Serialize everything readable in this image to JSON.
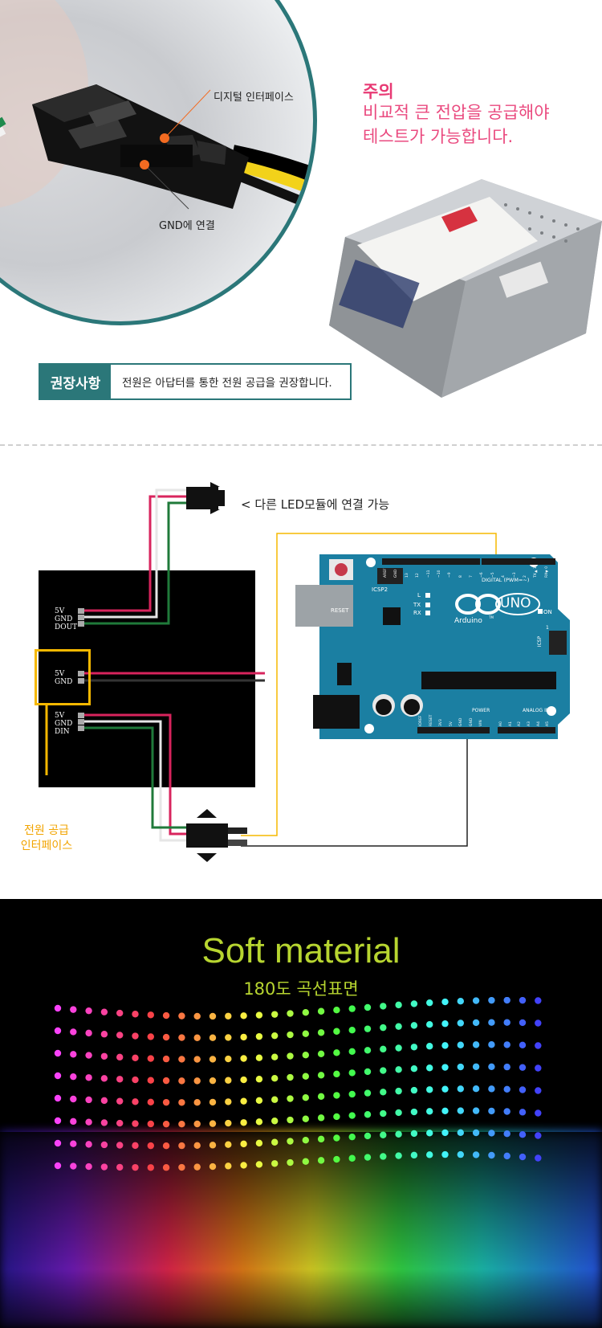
{
  "connector": {
    "digital_interface_label": "디지털 인터페이스",
    "gnd_label": "GND에 연결"
  },
  "caution": {
    "title": "주의",
    "body": "비교적 큰 전압을 공급해야\n테스트가 가능합니다."
  },
  "recommend": {
    "tag": "권장사항",
    "text": "전원은 아답터를 통한 전원 공급을 권장합니다."
  },
  "diagram": {
    "module_label": "< 다른 LED모듈에 연결 가능",
    "pins_top": [
      "5V",
      "GND",
      "DOUT"
    ],
    "pins_mid": [
      "5V",
      "GND"
    ],
    "pins_bottom": [
      "5V",
      "GND",
      "DIN"
    ],
    "power_label": "전원 공급\n인터페이스",
    "arduino": {
      "reset": "RESET",
      "icsp2": "ICSP2",
      "digital": "DIGITAL (PWM=~)",
      "uno": "UNO",
      "brand": "Arduino",
      "tm": "TM",
      "l": "L",
      "tx": "TX",
      "rx": "RX",
      "on": "ON",
      "icsp": "ICSP",
      "power": "POWER",
      "analog": "ANALOG IN",
      "icsp_one": "1",
      "top_header": [
        "AREF",
        "GND",
        "13",
        "12",
        "~11",
        "~10",
        "~9",
        "8",
        "7",
        "~6",
        "~5",
        "4",
        "~3",
        "2",
        "TX▶1",
        "RX◀0"
      ],
      "power_header": [
        "IOREF",
        "RESET",
        "3V3",
        "5V",
        "GND",
        "GND",
        "VIN"
      ],
      "analog_header": [
        "A0",
        "A1",
        "A2",
        "A3",
        "A4",
        "A5"
      ]
    },
    "colors": {
      "red": "#d8245d",
      "green": "#1f7a3a",
      "white": "#e6e6e6",
      "yellow": "#f6b800",
      "board": "#1b7fa2"
    }
  },
  "soft": {
    "title": "Soft material",
    "subtitle": "180도 곡선표면"
  }
}
